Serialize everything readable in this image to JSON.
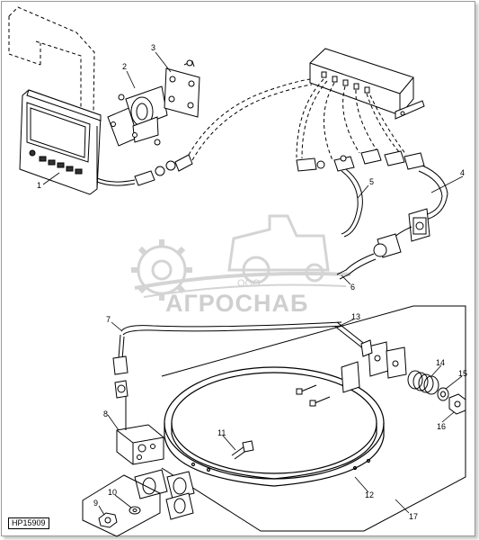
{
  "diagram": {
    "reference_code": "HP15909",
    "watermark": {
      "company_prefix": "ООО",
      "company_name": "АГРОСНАБ"
    },
    "callouts": {
      "c1": "1",
      "c2": "2",
      "c3": "3",
      "c4": "4",
      "c5": "5",
      "c6": "6",
      "c7": "7",
      "c8": "8",
      "c9": "9",
      "c10": "10",
      "c11": "11",
      "c12": "12",
      "c13": "13",
      "c14": "14",
      "c15": "15",
      "c16": "16",
      "c17": "17"
    }
  }
}
